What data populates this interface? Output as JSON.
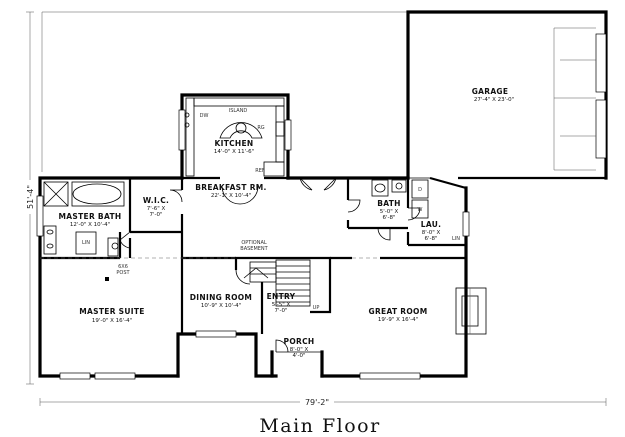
{
  "rooms": {
    "garage": {
      "name": "GARAGE",
      "dims": "27'-4\" X 23'-0\""
    },
    "kitchen": {
      "name": "KITCHEN",
      "dims": "14'-0\" X 11'-6\""
    },
    "breakfast": {
      "name": "BREAKFAST RM.",
      "dims": "22'-1\" X 10'-4\""
    },
    "master_bath": {
      "name": "MASTER BATH",
      "dims": "12'-0\" X 10'-4\""
    },
    "wic": {
      "name": "W.I.C.",
      "dims_line1": "7'-6\" X",
      "dims_line2": "7'-0\""
    },
    "bath": {
      "name": "BATH",
      "dims_line1": "5'-0\" X",
      "dims_line2": "6'-8\""
    },
    "lau": {
      "name": "LAU.",
      "dims_line1": "8'-0\" X",
      "dims_line2": "6'-8\""
    },
    "master_suite": {
      "name": "MASTER SUITE",
      "dims": "19'-0\" X 16'-4\""
    },
    "dining": {
      "name": "DINING ROOM",
      "dims": "10'-9\" X 10'-4\""
    },
    "entry": {
      "name": "ENTRY",
      "dims_line1": "5'-5\" X",
      "dims_line2": "7'-0\""
    },
    "great_room": {
      "name": "GREAT ROOM",
      "dims": "19'-9\" X 16'-4\""
    },
    "porch": {
      "name": "PORCH",
      "dims_line1": "8'-0\" X",
      "dims_line2": "4'-0\""
    }
  },
  "fixtures": {
    "island": "ISLAND",
    "dw": "DW",
    "rg": "RG",
    "ref": "REF",
    "lin_master": "LIN",
    "lin_lau": "LIN",
    "d": "D",
    "w": "W",
    "up": "UP",
    "optional_basement_1": "OPTIONAL",
    "optional_basement_2": "BASEMENT",
    "post_1": "6X6",
    "post_2": "POST"
  },
  "dimensions": {
    "overall_width": "79'-2\"",
    "overall_depth": "51'-4\""
  },
  "title": "Main Floor"
}
